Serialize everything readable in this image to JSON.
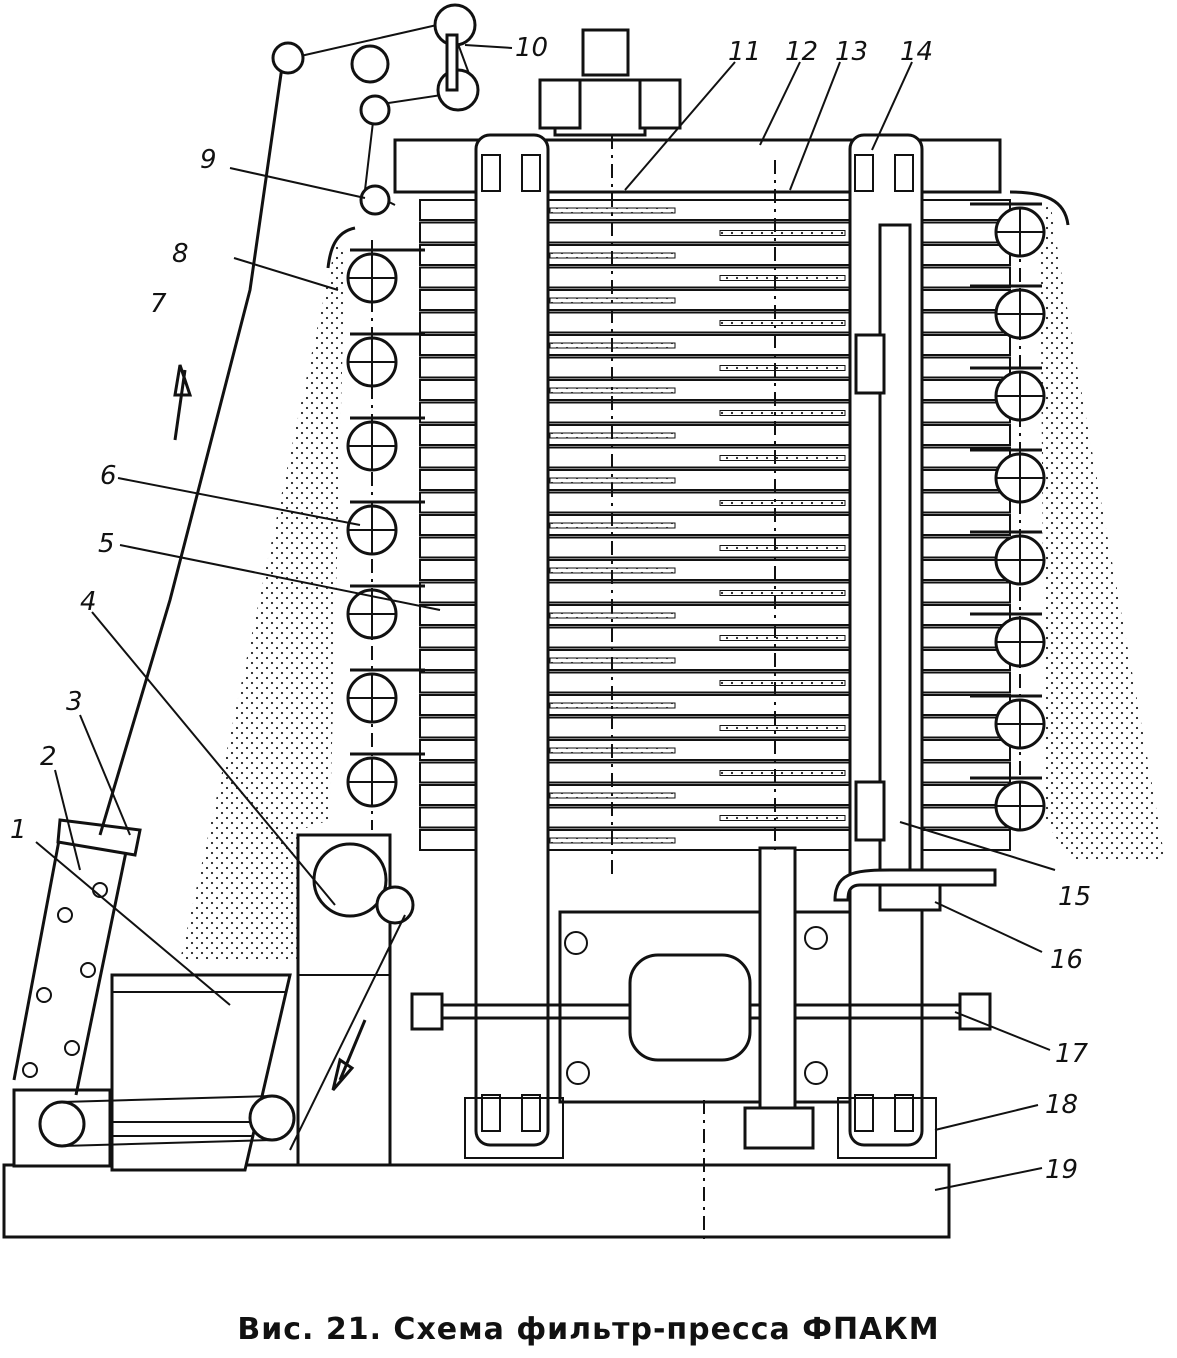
{
  "figure": {
    "caption": "Вис. 21. Схема фильтр-пресса ФПАКМ",
    "callouts": [
      "1",
      "2",
      "3",
      "4",
      "5",
      "6",
      "7",
      "8",
      "9",
      "10",
      "11",
      "12",
      "13",
      "14",
      "15",
      "16",
      "17",
      "18",
      "19"
    ]
  },
  "colors": {
    "ink": "#111111",
    "paper": "#ffffff"
  }
}
